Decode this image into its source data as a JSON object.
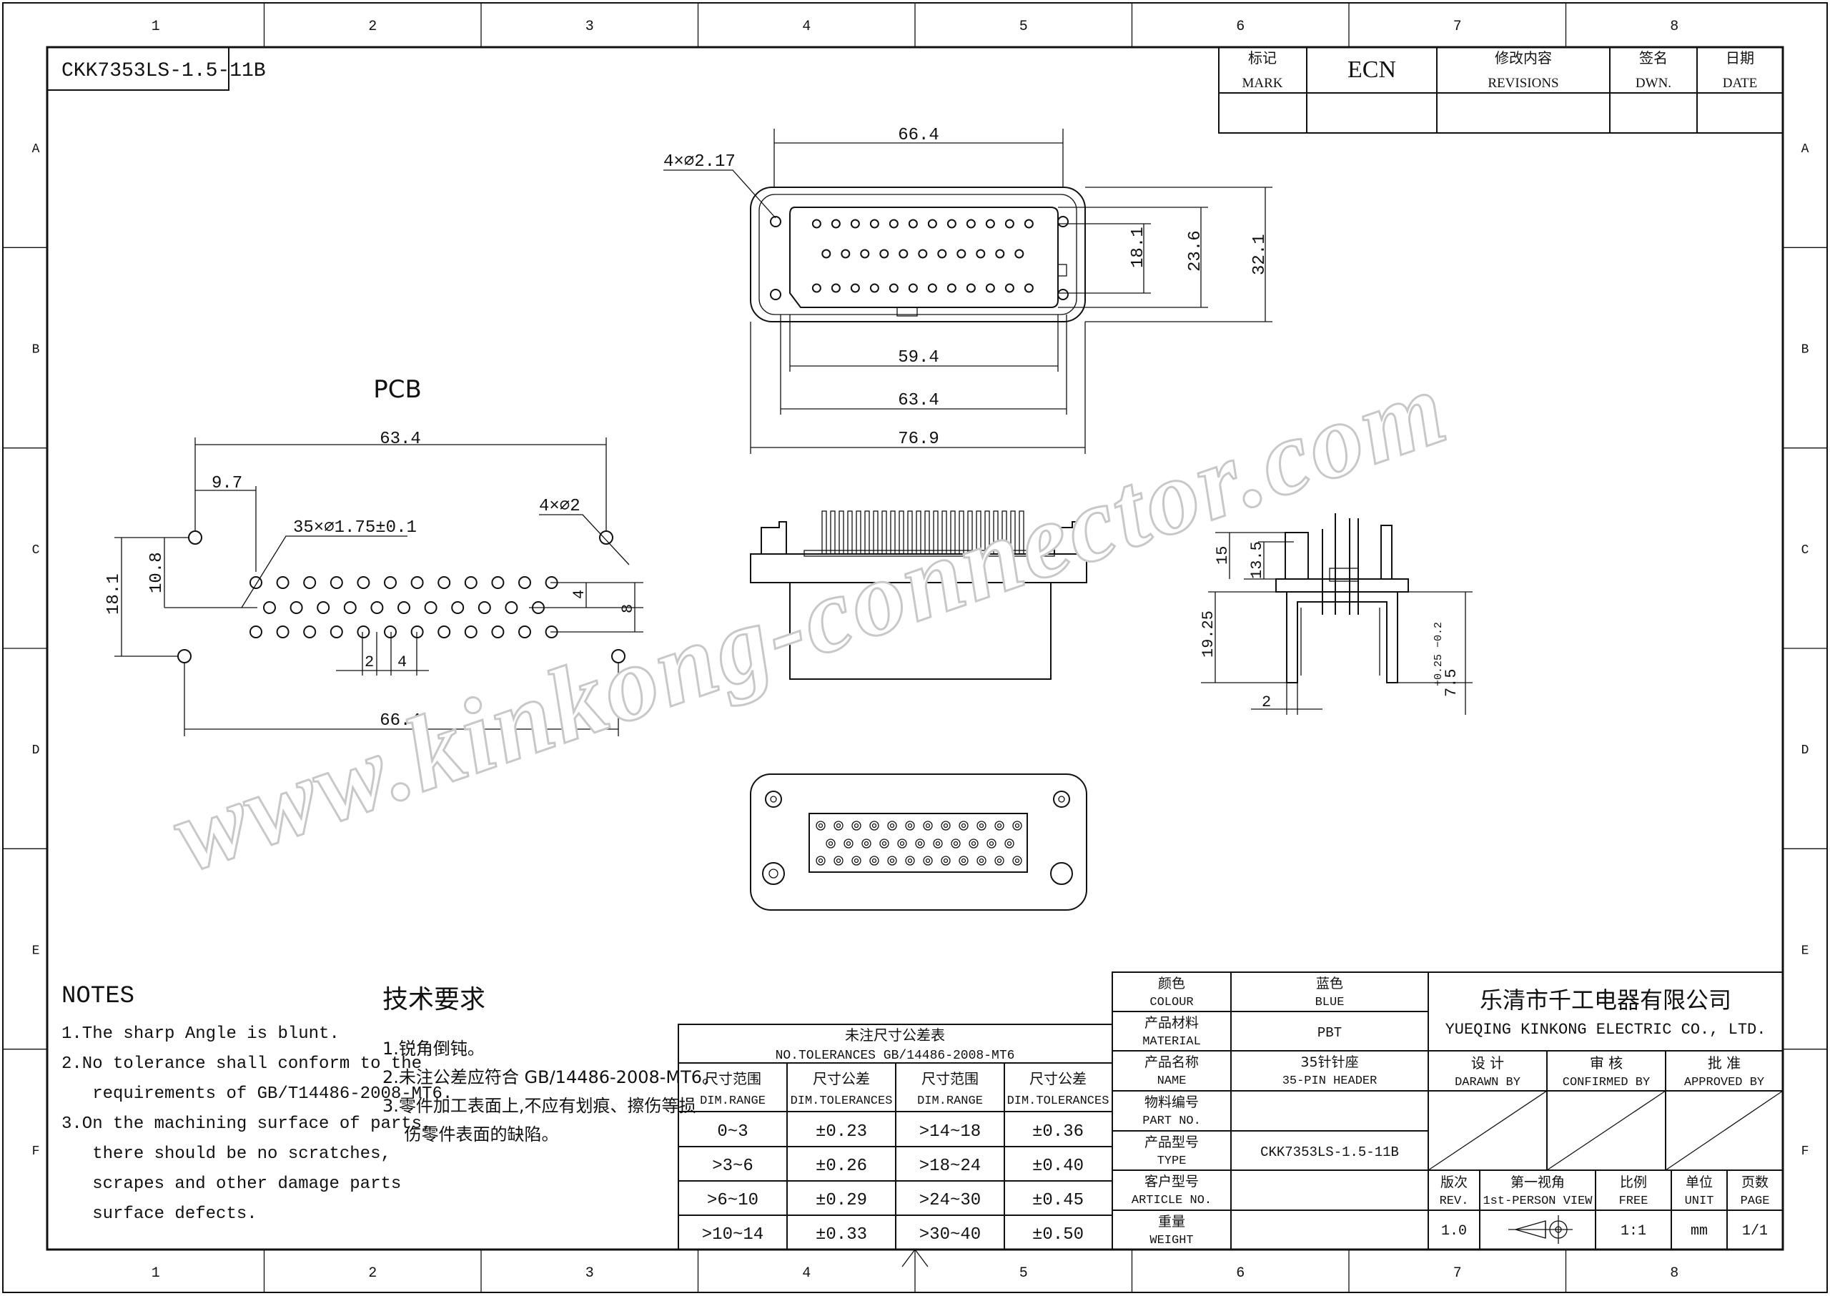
{
  "frame": {
    "columns": [
      "1",
      "2",
      "3",
      "4",
      "5",
      "6",
      "7",
      "8"
    ],
    "rows": [
      "A",
      "B",
      "C",
      "D",
      "E",
      "F"
    ]
  },
  "part_number": "CKK7353LS-1.5-11B",
  "revision_block": {
    "mark_cn": "标记",
    "mark_en": "MARK",
    "ecn": "ECN",
    "rev_cn": "修改内容",
    "rev_en": "REVISIONS",
    "dwn_cn": "签名",
    "dwn_en": "DWN.",
    "date_cn": "日期",
    "date_en": "DATE"
  },
  "front_view": {
    "dim_width_top": "66.4",
    "dim_holes": "4×⌀2.17",
    "dim_h_inner": "18.1",
    "dim_h_mid": "23.6",
    "dim_h_outer": "32.1",
    "dim_w_inner": "59.4",
    "dim_w_mid": "63.4",
    "dim_w_outer": "76.9"
  },
  "pcb": {
    "title": "PCB",
    "dim_top": "63.4",
    "dim_offset": "9.7",
    "dim_pins": "35×⌀1.75±0.1",
    "dim_mount": "4×⌀2",
    "dim_h_outer": "18.1",
    "dim_h_inner": "10.8",
    "dim_r4": "4",
    "dim_r8": "8",
    "dim_p2": "2",
    "dim_p4": "4",
    "dim_bottom": "66.4"
  },
  "side_view": {
    "dim_15": "15",
    "dim_135": "13.5",
    "dim_1925": "19.25",
    "dim_75": "7.5",
    "dim_tol": "+0.25 −0.2",
    "dim_2": "2"
  },
  "watermark": "www.kinkong-connector.com",
  "notes": {
    "title": "NOTES",
    "items": [
      "1.The sharp Angle is blunt.",
      "2.No tolerance shall conform to the",
      "   requirements of GB/T14486-2008-MT6.",
      "3.On the machining surface of parts,",
      "   there should be no scratches,",
      "   scrapes and other damage parts",
      "   surface defects."
    ]
  },
  "notes_cn": {
    "title": "技术要求",
    "items": [
      "1.锐角倒钝。",
      "2.未注公差应符合 GB/14486-2008-MT6。",
      "3.零件加工表面上,不应有划痕、擦伤等损",
      "  伤零件表面的缺陷。"
    ]
  },
  "tolerance_table": {
    "title_cn": "未注尺寸公差表",
    "title_en": "NO.TOLERANCES GB/14486-2008-MT6",
    "headers": [
      {
        "cn": "尺寸范围",
        "en": "DIM.RANGE"
      },
      {
        "cn": "尺寸公差",
        "en": "DIM.TOLERANCES"
      },
      {
        "cn": "尺寸范围",
        "en": "DIM.RANGE"
      },
      {
        "cn": "尺寸公差",
        "en": "DIM.TOLERANCES"
      }
    ],
    "rows": [
      [
        "0~3",
        "±0.23",
        ">14~18",
        "±0.36"
      ],
      [
        ">3~6",
        "±0.26",
        ">18~24",
        "±0.40"
      ],
      [
        ">6~10",
        "±0.29",
        ">24~30",
        "±0.45"
      ],
      [
        ">10~14",
        "±0.33",
        ">30~40",
        "±0.50"
      ]
    ]
  },
  "title_block": {
    "labels": [
      {
        "cn": "颜色",
        "en": "COLOUR",
        "value_cn": "蓝色",
        "value_en": "BLUE"
      },
      {
        "cn": "产品材料",
        "en": "MATERIAL",
        "value_cn": "",
        "value_en": "PBT"
      },
      {
        "cn": "产品名称",
        "en": "NAME",
        "value_cn": "35针针座",
        "value_en": "35-PIN HEADER"
      },
      {
        "cn": "物料编号",
        "en": "PART NO.",
        "value_cn": "",
        "value_en": ""
      },
      {
        "cn": "产品型号",
        "en": "TYPE",
        "value_cn": "",
        "value_en": "CKK7353LS-1.5-11B"
      },
      {
        "cn": "客户型号",
        "en": "ARTICLE NO.",
        "value_cn": "",
        "value_en": ""
      },
      {
        "cn": "重量",
        "en": "WEIGHT",
        "value_cn": "",
        "value_en": ""
      }
    ],
    "company_cn": "乐清市千工电器有限公司",
    "company_en": "YUEQING KINKONG ELECTRIC CO., LTD.",
    "design_cn": "设 计",
    "design_en": "DARAWN BY",
    "check_cn": "审 核",
    "check_en": "CONFIRMED BY",
    "approve_cn": "批 准",
    "approve_en": "APPROVED BY",
    "rev_cn": "版次",
    "rev_en": "REV.",
    "rev_val": "1.0",
    "view_cn": "第一视角",
    "view_en": "1st-PERSON VIEW",
    "scale_cn": "比例",
    "scale_en": "FREE",
    "scale_val": "1:1",
    "unit_cn": "单位",
    "unit_en": "UNIT",
    "unit_val": "mm",
    "page_cn": "页数",
    "page_en": "PAGE",
    "page_val": "1/1"
  }
}
